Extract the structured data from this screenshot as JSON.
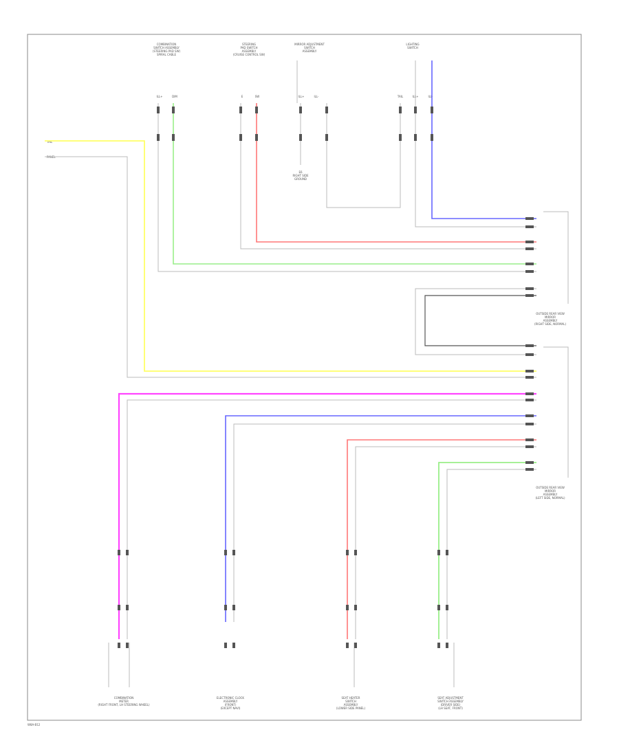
{
  "diagram": {
    "page_code": "W8A-B12",
    "top_components": [
      {
        "label": [
          "COMBINATION",
          "SWITCH ASSEMBLY",
          "(STEERING PAD SW)",
          "SPIRAL CABLE"
        ],
        "pins": [
          "ILL+",
          "DIM"
        ]
      },
      {
        "label": [
          "STEERING",
          "PAD SWITCH",
          "ASSEMBLY",
          "(CRUISE CONTROL SW)"
        ],
        "pins": [
          "E",
          "SW"
        ]
      },
      {
        "label": [
          "MIRROR ADJUSTMENT",
          "SWITCH",
          "ASSEMBLY"
        ],
        "pins": [
          "ILL+",
          "ILL-"
        ],
        "ground": [
          "E6",
          "RIGHT SIDE",
          "GROUND"
        ]
      },
      {
        "label": [
          "LIGHTING",
          "SWITCH"
        ],
        "pins": [
          "TAIL",
          "ILL+",
          "ILL-"
        ]
      }
    ],
    "left_inputs": [
      "TAIL",
      "PANEL"
    ],
    "right_components": [
      [
        "OUTSIDE REAR VIEW",
        "MIRROR",
        "ASSEMBLY",
        "(RIGHT SIDE, NORMAL)"
      ],
      [
        "OUTSIDE REAR VIEW",
        "MIRROR",
        "ASSEMBLY",
        "(LEFT SIDE, NORMAL)"
      ]
    ],
    "bottom_components": [
      [
        "COMBINATION",
        "METER",
        "(RIGHT FRONT, LH STEERING WHEEL)"
      ],
      [
        "ELECTRONIC CLOCK",
        "ASSEMBLY",
        "(FRONT)",
        "(EXCEPT NAVI)"
      ],
      [
        "SEAT HEATER",
        "SWITCH",
        "ASSEMBLY",
        "(LOWER SIDE PANEL)"
      ],
      [
        "SEAT ADJUSTMENT",
        "SWITCH ASSEMBLY",
        "(DRIVER SIDE)",
        "(LH SEAT, FRONT)"
      ]
    ],
    "wire_colors": {
      "yellow": "#ffff66",
      "green": "#99ee88",
      "red": "#ff7777",
      "blue": "#6666ff",
      "magenta": "#ff44ff",
      "neutral": "#bbbbbb",
      "dark": "#555555"
    }
  }
}
